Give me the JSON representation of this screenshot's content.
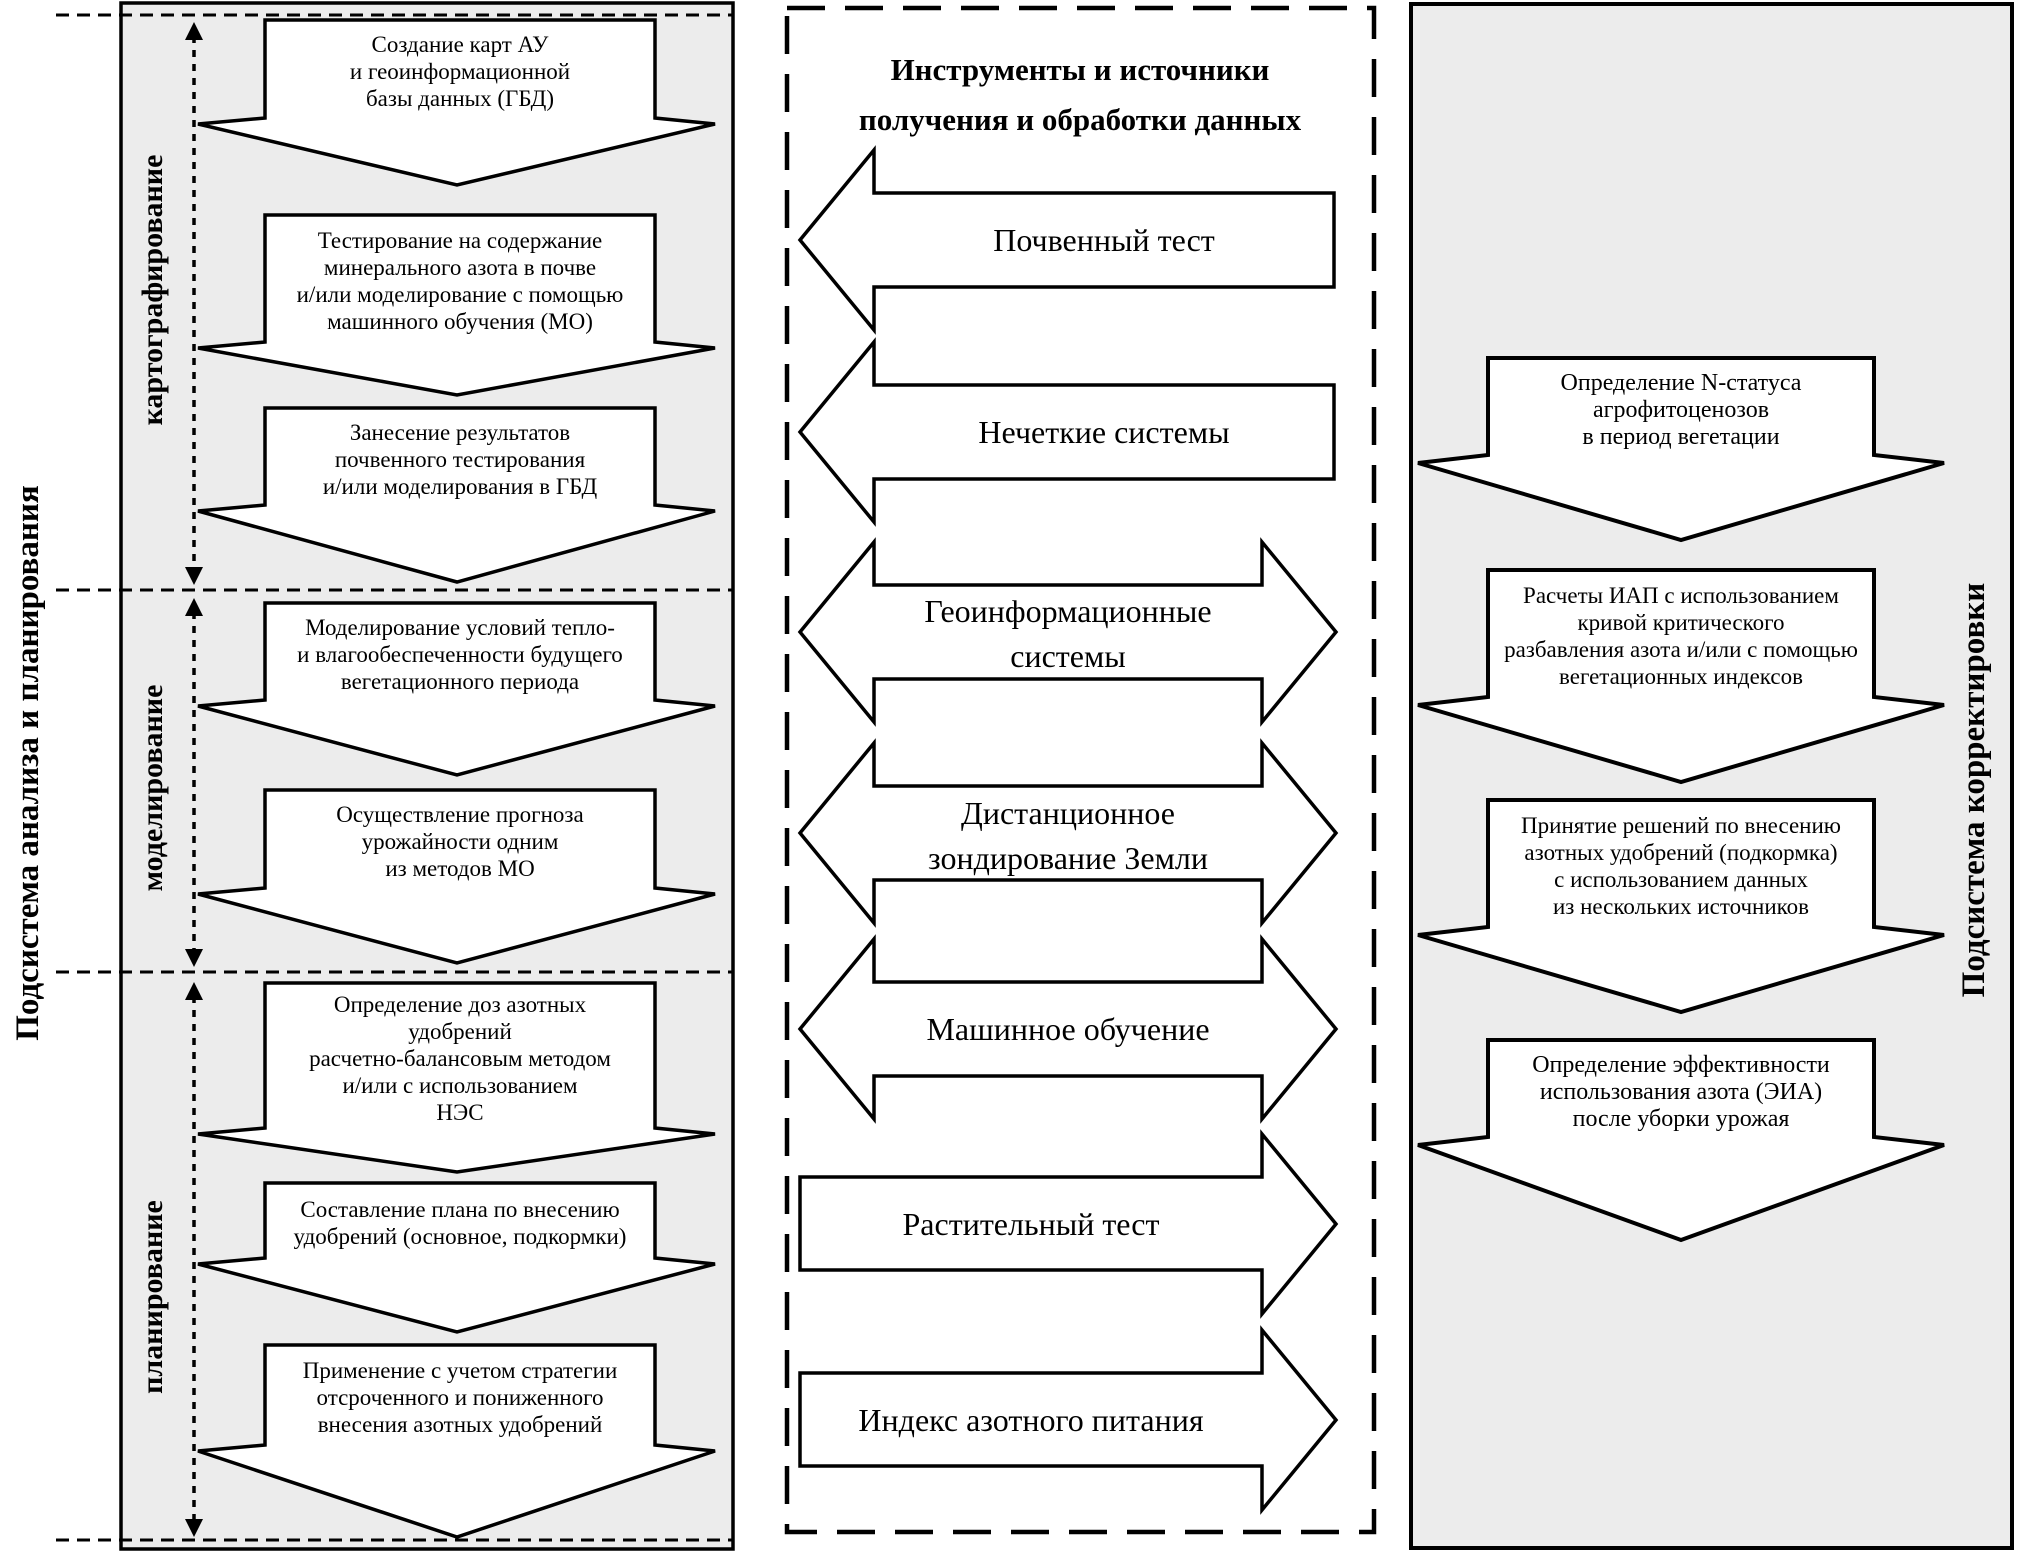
{
  "style_colors": {
    "panel_background": "#ececec",
    "line_color": "#000000",
    "shape_fill": "#ffffff"
  },
  "left_panel": {
    "title": "Подсистема анализа и планирования",
    "sections": [
      {
        "label": "картографирование"
      },
      {
        "label": "моделирование"
      },
      {
        "label": "планирование"
      }
    ],
    "steps": [
      {
        "lines": [
          "Создание карт АУ",
          "и геоинформационной",
          "базы данных (ГБД)"
        ]
      },
      {
        "lines": [
          "Тестирование на содержание",
          "минерального азота в почве",
          "и/или моделирование с помощью",
          "машинного обучения (МО)"
        ]
      },
      {
        "lines": [
          "Занесение результатов",
          "почвенного тестирования",
          "и/или моделирования в ГБД"
        ]
      },
      {
        "lines": [
          "Моделирование условий тепло-",
          "и влагообеспеченности будущего",
          "вегетационного периода"
        ]
      },
      {
        "lines": [
          "Осуществление прогноза",
          "урожайности одним",
          "из методов МО"
        ]
      },
      {
        "lines": [
          "Определение доз азотных",
          "удобрений",
          "расчетно-балансовым методом",
          "и/или с использованием",
          "НЭС"
        ]
      },
      {
        "lines": [
          "Составление плана по внесению",
          "удобрений (основное, подкормки)"
        ]
      },
      {
        "lines": [
          "Применение с учетом стратегии",
          "отсроченного и пониженного",
          "внесения азотных удобрений"
        ]
      }
    ]
  },
  "middle_panel": {
    "title_lines": [
      "Инструменты и источники",
      "получения и обработки данных"
    ],
    "arrows": [
      {
        "direction": "left",
        "label_lines": [
          "Почвенный тест"
        ]
      },
      {
        "direction": "left",
        "label_lines": [
          "Нечеткие системы"
        ]
      },
      {
        "direction": "both",
        "label_lines": [
          "Геоинформационные",
          "системы"
        ]
      },
      {
        "direction": "both",
        "label_lines": [
          "Дистанционное",
          "зондирование Земли"
        ]
      },
      {
        "direction": "both",
        "label_lines": [
          "Машинное обучение"
        ]
      },
      {
        "direction": "right",
        "label_lines": [
          "Растительный тест"
        ]
      },
      {
        "direction": "right",
        "label_lines": [
          "Индекс азотного питания"
        ]
      }
    ]
  },
  "right_panel": {
    "title": "Подсистема корректировки",
    "steps": [
      {
        "lines": [
          "Определение N-статуса",
          "агрофитоценозов",
          "в период вегетации"
        ]
      },
      {
        "lines": [
          "Расчеты ИАП с использованием",
          "кривой критического",
          "разбавления азота и/или с помощью",
          "вегетационных индексов"
        ]
      },
      {
        "lines": [
          "Принятие решений по внесению",
          "азотных удобрений (подкормка)",
          "с использованием данных",
          "из нескольких источников"
        ]
      },
      {
        "lines": [
          "Определение эффективности",
          "использования азота (ЭИА)",
          "после уборки урожая"
        ]
      }
    ]
  }
}
